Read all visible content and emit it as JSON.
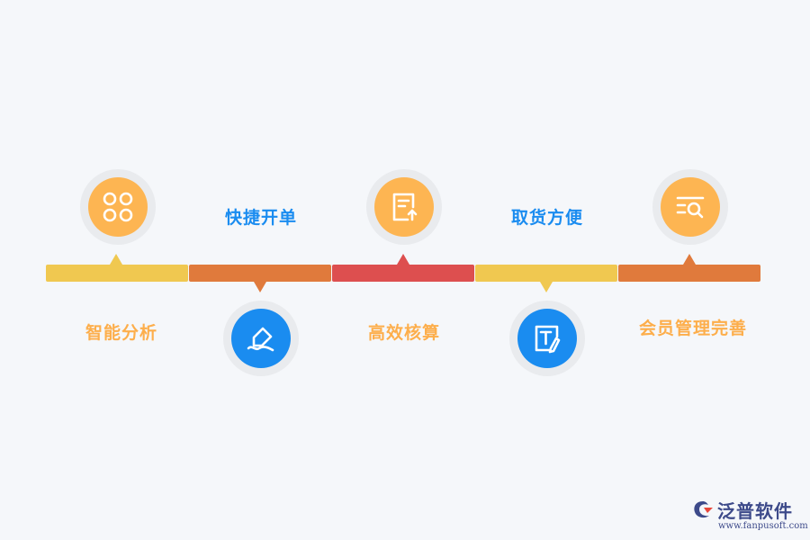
{
  "steps": [
    {
      "label": "智能分析",
      "icon": "grid-circles-icon",
      "position": "top"
    },
    {
      "label": "快捷开单",
      "icon": "pen-sign-icon",
      "position": "bottom"
    },
    {
      "label": "高效核算",
      "icon": "document-upload-icon",
      "position": "top"
    },
    {
      "label": "取货方便",
      "icon": "text-edit-icon",
      "position": "bottom"
    },
    {
      "label": "会员管理完善",
      "icon": "list-search-icon",
      "position": "top"
    }
  ],
  "colors": {
    "yellow": "#f0c850",
    "orange": "#e07a3c",
    "red": "#dd4f4f",
    "icon_orange": "#fdb552",
    "icon_blue": "#1a8cf0",
    "label_orange": "#fdae4b",
    "label_blue": "#1a8cf0"
  },
  "logo": {
    "name": "泛普软件",
    "url": "www.fanpusoft.com"
  }
}
